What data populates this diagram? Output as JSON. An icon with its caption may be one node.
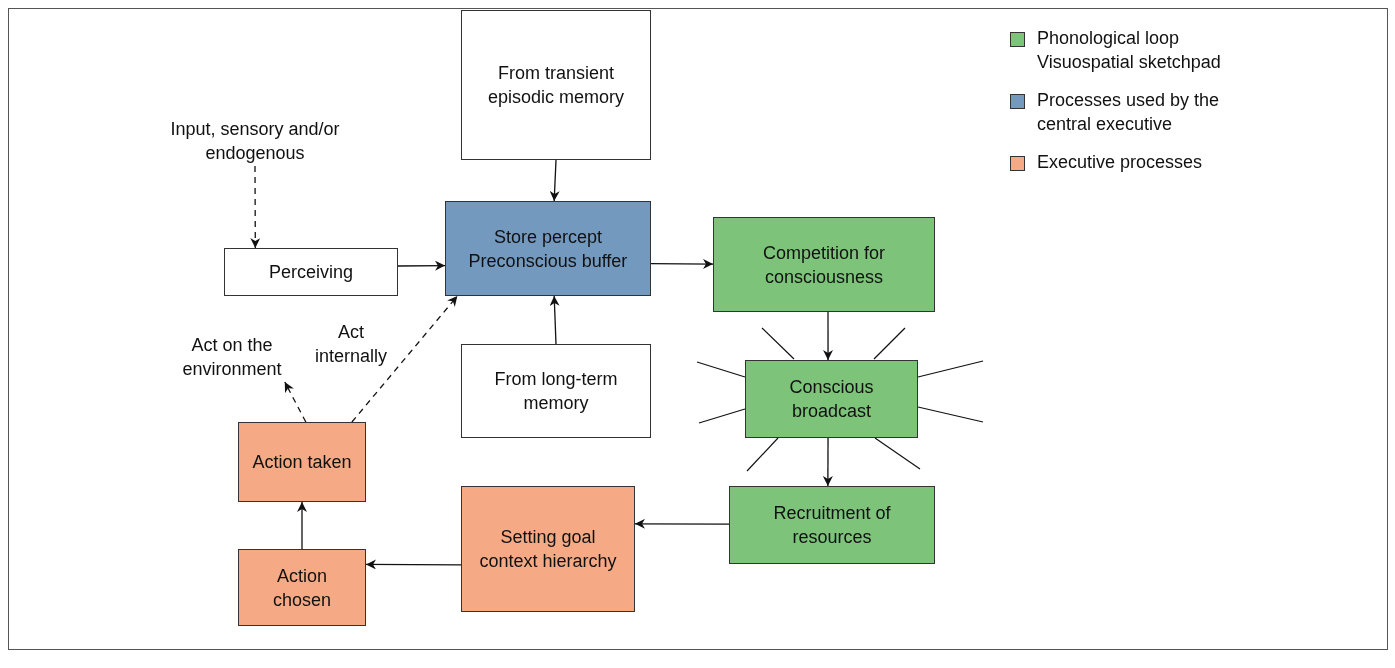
{
  "diagram": {
    "nodes": [
      {
        "text": [
          "From transient episodic memory"
        ]
      },
      {
        "text": [
          "Input, sensory and/or endogenous"
        ]
      },
      {
        "text": [
          "Perceiving"
        ]
      },
      {
        "text": [
          "Store percept",
          "Preconscious buffer"
        ]
      },
      {
        "text": [
          "Competition for consciousness"
        ]
      },
      {
        "text": [
          "Act on the environment"
        ]
      },
      {
        "text": [
          "From long-term memory"
        ]
      },
      {
        "text": [
          "Conscious broadcast"
        ]
      },
      {
        "text": [
          "Action taken"
        ]
      },
      {
        "text": [
          "Setting goal context hierarchy"
        ]
      },
      {
        "text": [
          "Recruitment of resources"
        ]
      },
      {
        "text": [
          "Action chosen"
        ]
      }
    ],
    "edges": [
      {
        "from": 0,
        "to": 3,
        "arrow": "to"
      },
      {
        "from": 1,
        "to": 2,
        "arrow": "to",
        "style": "dashed"
      },
      {
        "from": 2,
        "to": 3,
        "arrow": "to"
      },
      {
        "from": 3,
        "to": 4,
        "arrow": "to"
      },
      {
        "from": 6,
        "to": 3,
        "arrow": "to"
      },
      {
        "from": 4,
        "to": 7,
        "arrow": "to"
      },
      {
        "from": 7,
        "to": 10,
        "arrow": "to"
      },
      {
        "from": 10,
        "to": 9,
        "arrow": "to"
      },
      {
        "from": 9,
        "to": 11,
        "arrow": "to"
      },
      {
        "from": 11,
        "to": 8,
        "arrow": "to"
      },
      {
        "from": 8,
        "to": 5,
        "arrow": "to",
        "style": "dashed"
      },
      {
        "from": 8,
        "to": 3,
        "arrow": "to",
        "style": "dashed",
        "label": "Act internally"
      }
    ],
    "legend": [
      {
        "text": "Phonological loop Visuospatial sketchpad",
        "color": "#7dc47a"
      },
      {
        "text": "Processes used by the central executive",
        "color": "#7399be"
      },
      {
        "text": "Executive processes",
        "color": "#f5aa85"
      }
    ]
  }
}
